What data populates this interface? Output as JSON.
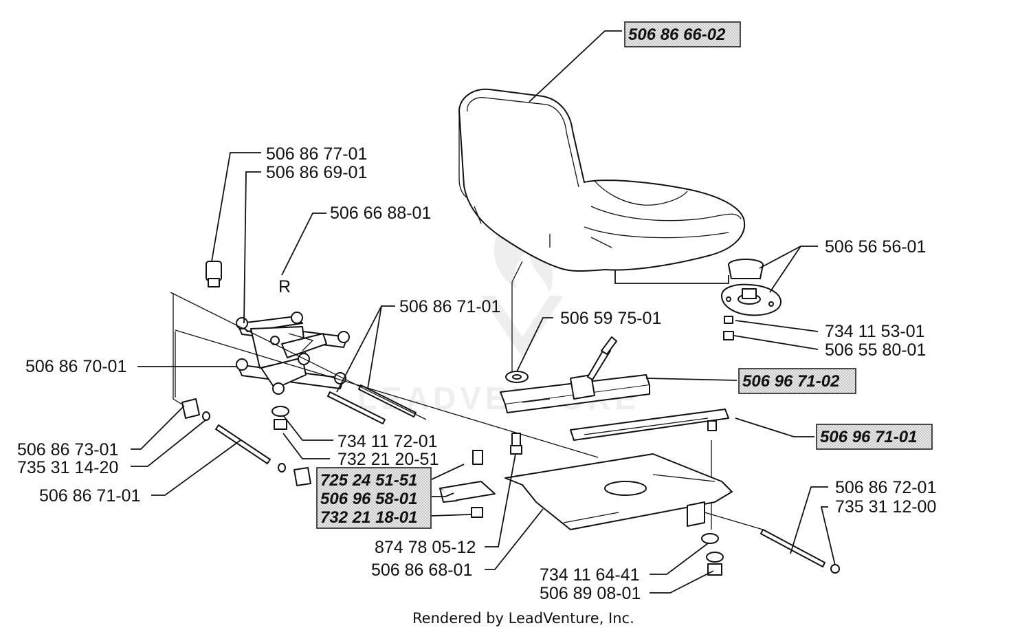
{
  "labels": {
    "l1": "506 86 66-02",
    "l2": "506 86 77-01",
    "l3": "506 86 69-01",
    "l4": "506 66 88-01",
    "l5": "506 56 56-01",
    "l6": "506 86 71-01",
    "l7": "506 59 75-01",
    "l8": "734 11 53-01",
    "l9": "506 55 80-01",
    "l10": "506 86 70-01",
    "l11": "506 96 71-02",
    "l12": "506 96 71-01",
    "l13": "734 11 72-01",
    "l14": "506 86 73-01",
    "l15": "732 21 20-51",
    "l16": "735 31 14-20",
    "l17": "725 24 51-51",
    "l18": "506 86 71-01",
    "l19": "506 96 58-01",
    "l20": "506 86 72-01",
    "l21": "735 31 12-00",
    "l22": "732 21 18-01",
    "l23": "874 78 05-12",
    "l24": "506 86 68-01",
    "l25": "734 11 64-41",
    "l26": "506 89 08-01"
  },
  "mark_r": "R",
  "watermark": "LEADVENTURE",
  "footer": "Rendered by LeadVenture, Inc."
}
